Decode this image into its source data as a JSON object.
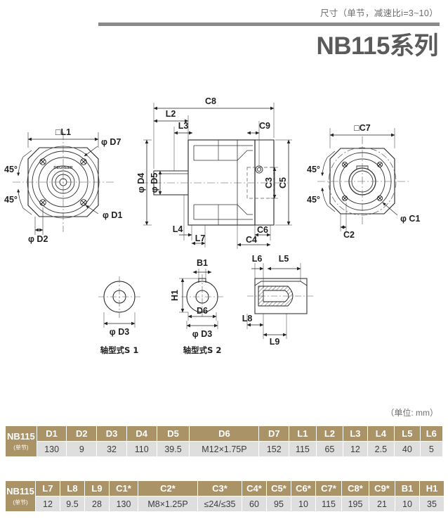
{
  "header": {
    "subtitle": "尺寸（单节，减速比i=3~10）",
    "title": "NB115系列"
  },
  "unit_note": "（单位: mm）",
  "drawing": {
    "view_left": {
      "labels": {
        "l1": "□L1",
        "d7": "φ D7",
        "d1": "φ D1",
        "d2": "φ D2",
        "angle_top": "45°",
        "angle_bottom": "45°",
        "brand": "DEGREER"
      }
    },
    "view_center": {
      "labels": {
        "c8": "C8",
        "l2": "L2",
        "l3": "L3",
        "c9": "C9",
        "d4": "φ D4",
        "d5": "φ D5",
        "l4": "L4",
        "l7": "L7",
        "c6": "C6",
        "c4": "C4",
        "c3": "C3",
        "c5": "C5"
      }
    },
    "view_right": {
      "labels": {
        "c7": "□C7",
        "c1": "φ C1",
        "c2": "C2",
        "angle_top": "45°",
        "angle_bottom": "45°"
      }
    },
    "detail_s1": {
      "caption": "轴型式S 1",
      "labels": {
        "d3": "φ D3"
      }
    },
    "detail_s2": {
      "caption": "轴型式S 2",
      "labels": {
        "b1": "B1",
        "h1": "H1",
        "d6": "D6",
        "d3": "φ D3"
      }
    },
    "detail_key": {
      "labels": {
        "l5": "L5",
        "l6": "L6",
        "l8": "L8",
        "l9": "L9"
      }
    }
  },
  "tables": [
    {
      "model": "NB115",
      "model_sub": "(单节)",
      "headers": [
        "D1",
        "D2",
        "D3",
        "D4",
        "D5",
        "D6",
        "D7",
        "L1",
        "L2",
        "L3",
        "L4",
        "L5",
        "L6"
      ],
      "values": [
        "130",
        "9",
        "32",
        "110",
        "39.5",
        "M12×1.75P",
        "152",
        "115",
        "65",
        "12",
        "2.5",
        "40",
        "5"
      ]
    },
    {
      "model": "NB115",
      "model_sub": "(单节)",
      "headers": [
        "L7",
        "L8",
        "L9",
        "C1*",
        "C2*",
        "C3*",
        "C4*",
        "C5*",
        "C6*",
        "C7*",
        "C8*",
        "C9*",
        "B1",
        "H1"
      ],
      "values": [
        "12",
        "9.5",
        "28",
        "130",
        "M8×1.25P",
        "≤24/≤35",
        "60",
        "95",
        "10",
        "115",
        "195",
        "21",
        "10",
        "35"
      ]
    }
  ],
  "colors": {
    "header_tan": "#ab9368",
    "value_gray": "#dedede",
    "title_gray": "#5a5a5a",
    "rule_gray": "#8a8a8a"
  }
}
